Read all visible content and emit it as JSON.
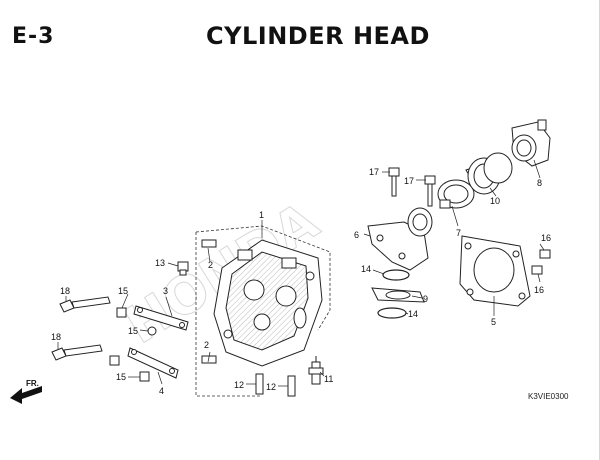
{
  "header": {
    "section_code": "E-3",
    "title": "CYLINDER HEAD"
  },
  "diagram_code": "K3VIE0300",
  "front_indicator": "FR.",
  "watermark": "HONDA",
  "callouts": [
    {
      "id": "c1",
      "text": "1"
    },
    {
      "id": "c2a",
      "text": "2"
    },
    {
      "id": "c2b",
      "text": "2"
    },
    {
      "id": "c3",
      "text": "3"
    },
    {
      "id": "c4",
      "text": "4"
    },
    {
      "id": "c5",
      "text": "5"
    },
    {
      "id": "c6",
      "text": "6"
    },
    {
      "id": "c7",
      "text": "7"
    },
    {
      "id": "c8",
      "text": "8"
    },
    {
      "id": "c9",
      "text": "9"
    },
    {
      "id": "c10",
      "text": "10"
    },
    {
      "id": "c11",
      "text": "11"
    },
    {
      "id": "c12a",
      "text": "12"
    },
    {
      "id": "c12b",
      "text": "12"
    },
    {
      "id": "c13",
      "text": "13"
    },
    {
      "id": "c14a",
      "text": "14"
    },
    {
      "id": "c14b",
      "text": "14"
    },
    {
      "id": "c15a",
      "text": "15"
    },
    {
      "id": "c15b",
      "text": "15"
    },
    {
      "id": "c15c",
      "text": "15"
    },
    {
      "id": "c16a",
      "text": "16"
    },
    {
      "id": "c16b",
      "text": "16"
    },
    {
      "id": "c17a",
      "text": "17"
    },
    {
      "id": "c17b",
      "text": "17"
    },
    {
      "id": "c18a",
      "text": "18"
    },
    {
      "id": "c18b",
      "text": "18"
    }
  ]
}
